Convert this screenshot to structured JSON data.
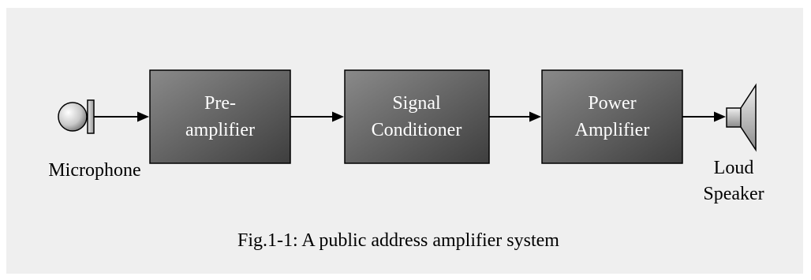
{
  "blocks": [
    {
      "lines": [
        "Pre-",
        "amplifier"
      ]
    },
    {
      "lines": [
        "Signal",
        "Conditioner"
      ]
    },
    {
      "lines": [
        "Power",
        "Amplifier"
      ]
    }
  ],
  "microphone": {
    "label": "Microphone"
  },
  "speaker": {
    "lines": [
      "Loud",
      "Speaker"
    ]
  },
  "caption": "Fig.1-1: A public address amplifier system",
  "colors": {
    "background": "#efefef",
    "block_fill_light": "#8a8a8a",
    "block_fill_dark": "#3e3e3e",
    "line": "#000000"
  }
}
